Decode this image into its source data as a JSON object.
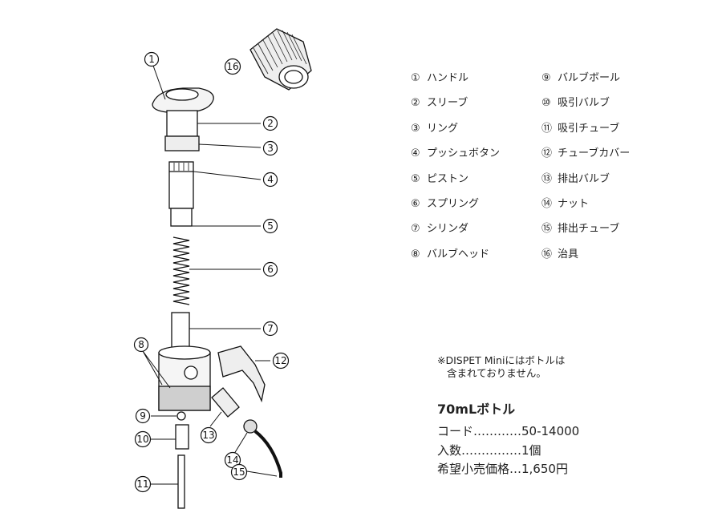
{
  "parts": [
    {
      "no": "①",
      "name": "ハンドル"
    },
    {
      "no": "②",
      "name": "スリーブ"
    },
    {
      "no": "③",
      "name": "リング"
    },
    {
      "no": "④",
      "name": "プッシュボタン"
    },
    {
      "no": "⑤",
      "name": "ピストン"
    },
    {
      "no": "⑥",
      "name": "スプリング"
    },
    {
      "no": "⑦",
      "name": "シリンダ"
    },
    {
      "no": "⑧",
      "name": "バルブヘッド"
    },
    {
      "no": "⑨",
      "name": "バルブボール"
    },
    {
      "no": "⑩",
      "name": "吸引バルブ"
    },
    {
      "no": "⑪",
      "name": "吸引チューブ"
    },
    {
      "no": "⑫",
      "name": "チューブカバー"
    },
    {
      "no": "⑬",
      "name": "排出バルブ"
    },
    {
      "no": "⑭",
      "name": "ナット"
    },
    {
      "no": "⑮",
      "name": "排出チューブ"
    },
    {
      "no": "⑯",
      "name": "治具"
    }
  ],
  "callouts": [
    "1",
    "2",
    "3",
    "4",
    "5",
    "6",
    "7",
    "8",
    "9",
    "10",
    "11",
    "12",
    "13",
    "14",
    "15",
    "16"
  ],
  "note": {
    "line1": "※DISPET Miniにはボトルは",
    "line2": "含まれておりません。"
  },
  "product": {
    "title": "70mLボトル",
    "code": "コード…………50-14000",
    "quantity": "入数……………1個",
    "price": "希望小売価格…1,650円"
  }
}
